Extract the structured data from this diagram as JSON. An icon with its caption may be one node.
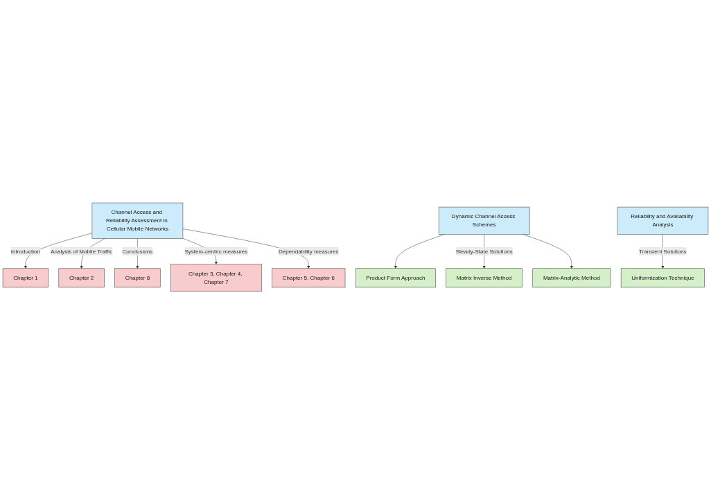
{
  "diagram": {
    "nodes": [
      {
        "text": [
          "Chapter 1"
        ]
      },
      {
        "text": [
          "Chapter 2"
        ]
      },
      {
        "text": [
          "Channel Access and Reliability Assessment in Cellular Mobile Networks"
        ]
      },
      {
        "text": [
          "Chapter 8"
        ]
      },
      {
        "text": [
          "Chapter 3, Chapter 4, Chapter 7"
        ]
      },
      {
        "text": [
          "Dynamic Channel Access Schemes"
        ]
      },
      {
        "text": [
          "Chapter 5, Chapter 6"
        ]
      },
      {
        "text": [
          "Reliability and Availability Analysis"
        ]
      },
      {
        "text": [
          "Product Form Approach"
        ]
      },
      {
        "text": [
          "Matrix Inverse Method"
        ]
      },
      {
        "text": [
          "Matrix-Analytic Method"
        ]
      },
      {
        "text": [
          "Uniformization Technique"
        ]
      }
    ],
    "edges": [
      {
        "from": 2,
        "to": 0,
        "arrow": "to",
        "label": "Introduction"
      },
      {
        "from": 2,
        "to": 1,
        "arrow": "to",
        "label": "Analysis of Mobile Traffic"
      },
      {
        "from": 2,
        "to": 3,
        "arrow": "to",
        "label": "Conclusions"
      },
      {
        "from": 2,
        "to": 4,
        "arrow": "to",
        "label": "System-centric measures"
      },
      {
        "from": 2,
        "to": 6,
        "arrow": "to",
        "label": "Dependability measures"
      },
      {
        "from": 5,
        "to": 8,
        "arrow": "to"
      },
      {
        "from": 5,
        "to": 9,
        "arrow": "to",
        "label": "Steady-State Solutions"
      },
      {
        "from": 5,
        "to": 10,
        "arrow": "to"
      },
      {
        "from": 7,
        "to": 11,
        "arrow": "to",
        "label": "Transient Solutions"
      }
    ]
  }
}
